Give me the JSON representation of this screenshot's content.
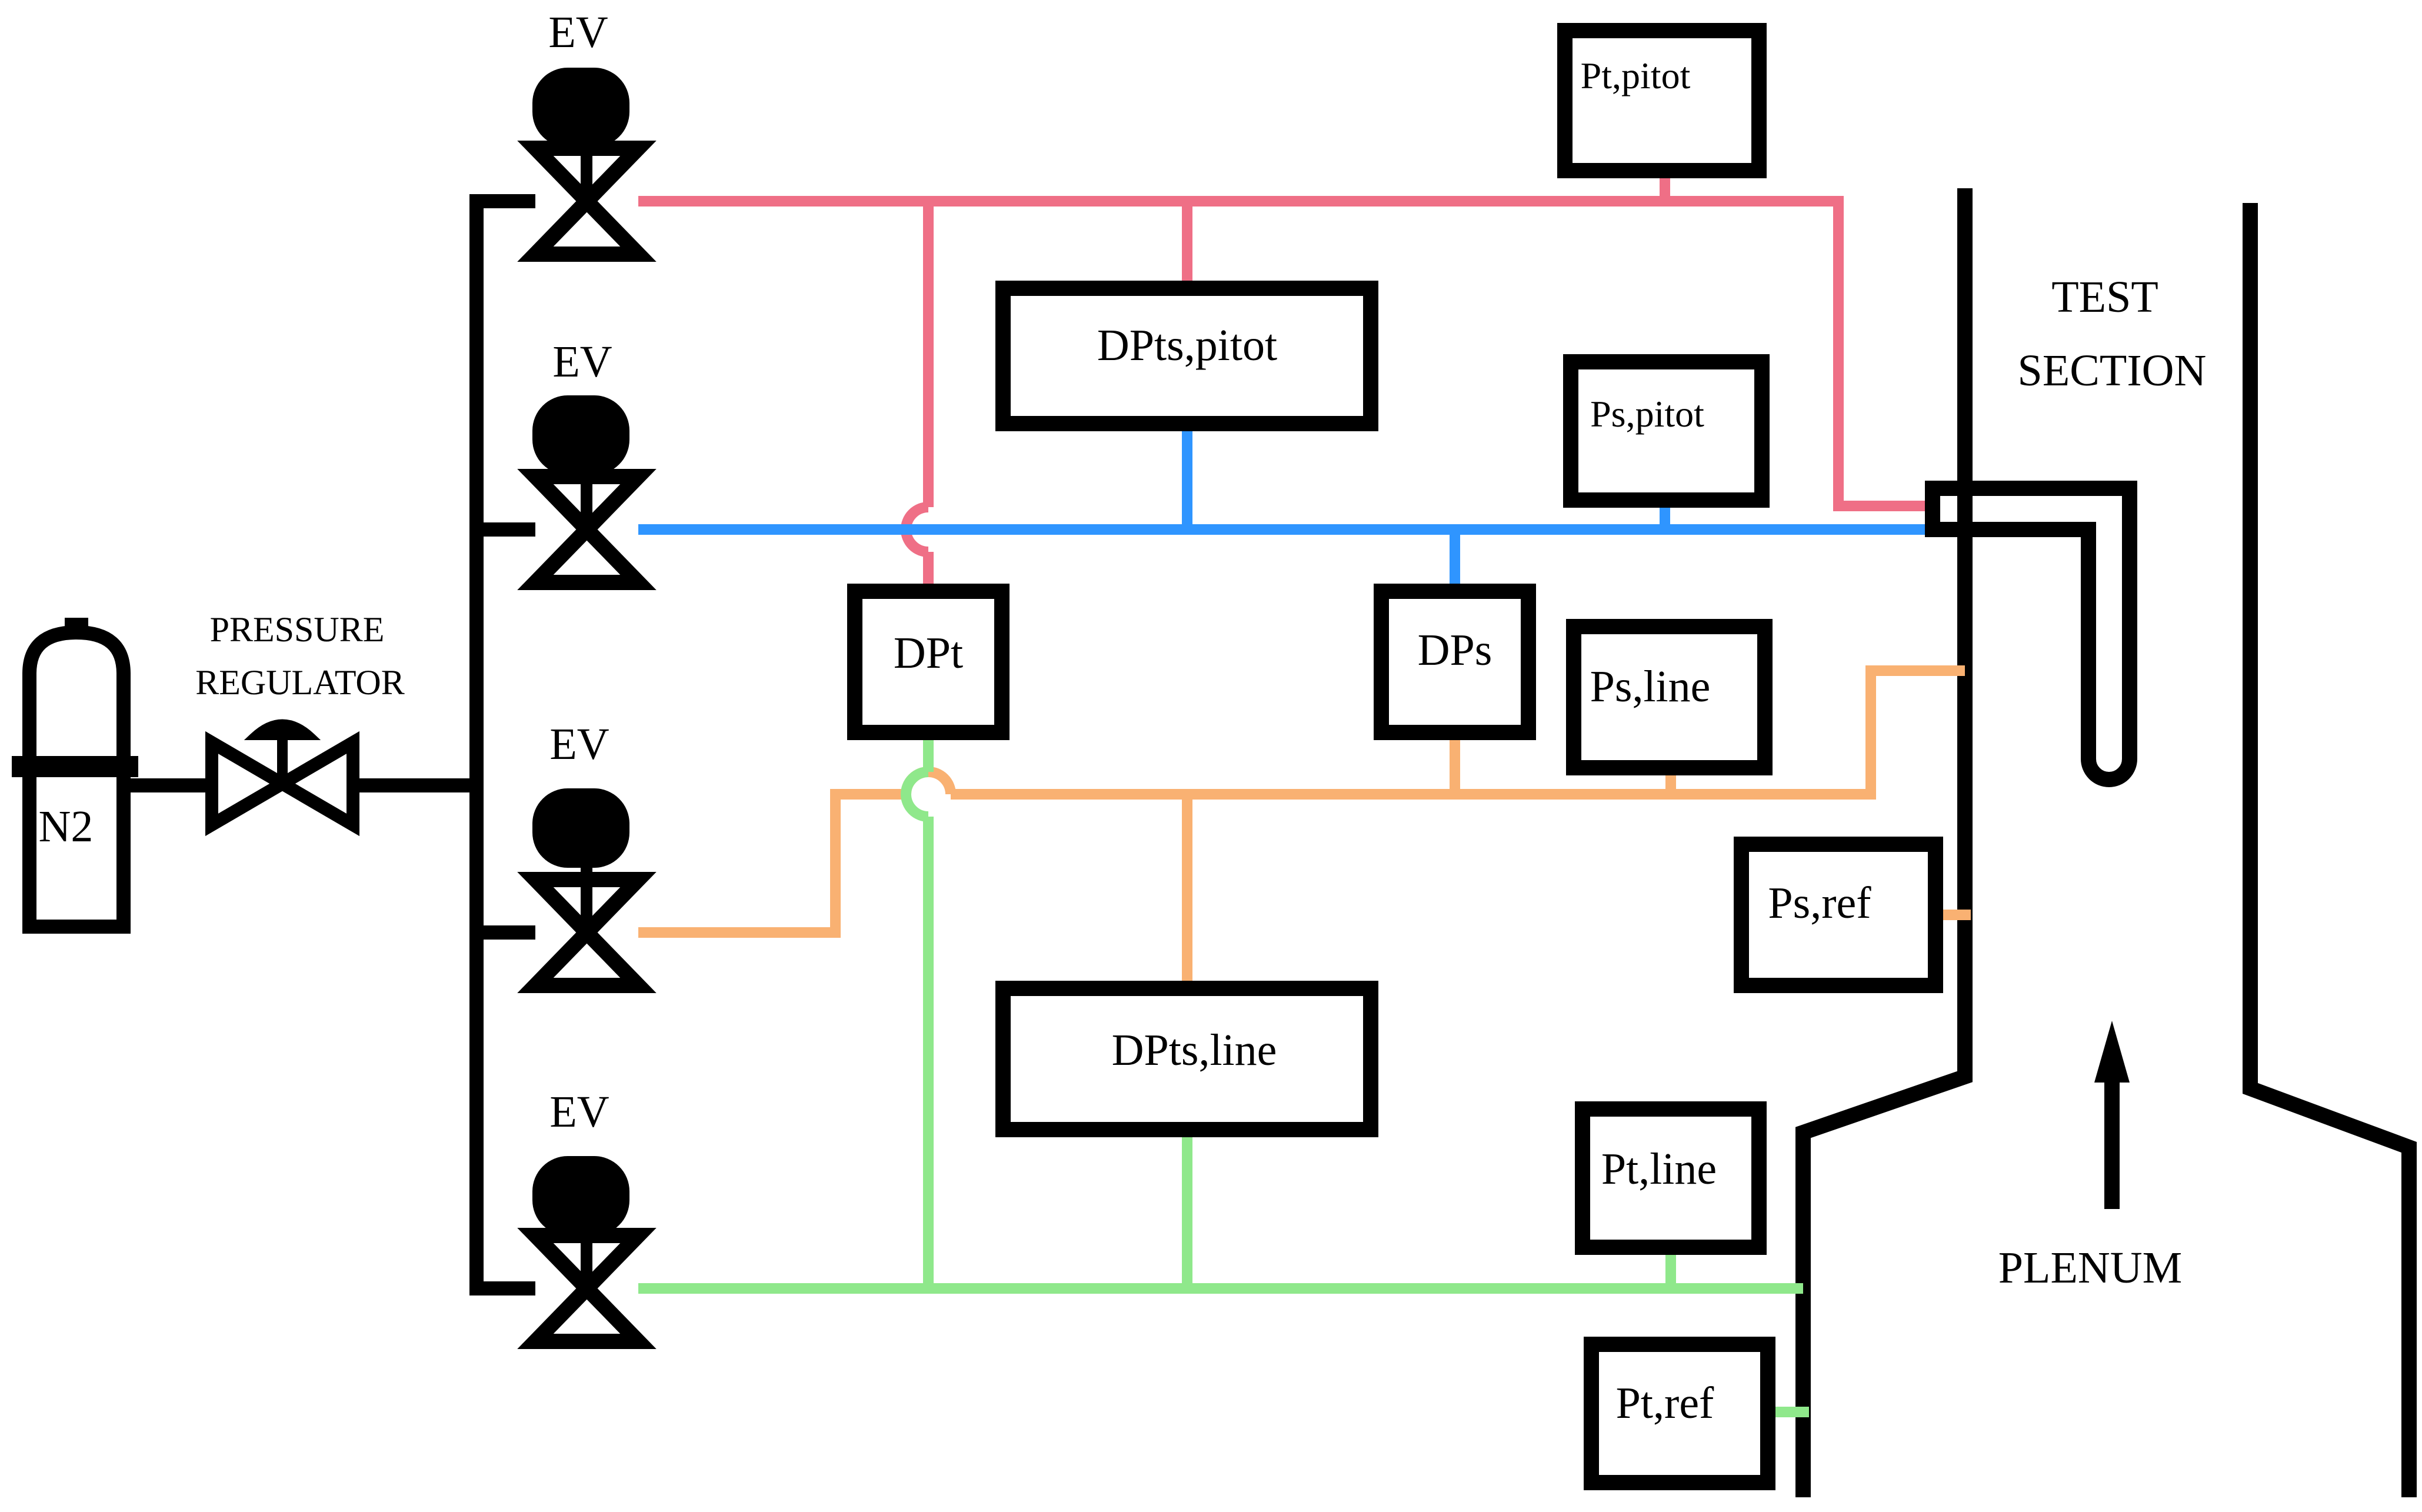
{
  "colors": {
    "pink": "#ef6f86",
    "blue": "#2f95ff",
    "orange": "#f9b172",
    "green": "#8fe88b",
    "black": "#000000"
  },
  "labels": {
    "ev1": "EV",
    "ev2": "EV",
    "ev3": "EV",
    "ev4": "EV",
    "n2": "N2",
    "regulator_line1": "PRESSURE",
    "regulator_line2": "REGULATOR",
    "test_section_line1": "TEST",
    "test_section_line2": "SECTION",
    "plenum": "PLENUM"
  },
  "sensors": {
    "pt_pitot": "Pt,pitot",
    "dpts_pitot": "DPts,pitot",
    "ps_pitot": "Ps,pitot",
    "dpt": "DPt",
    "dps": "DPs",
    "ps_line": "Ps,line",
    "ps_ref": "Ps,ref",
    "dpts_line": "DPts,line",
    "pt_line": "Pt,line",
    "pt_ref": "Pt,ref"
  },
  "icons": {
    "valve": "solenoid-valve-icon",
    "cylinder": "gas-cylinder-icon",
    "regulator": "pressure-regulator-icon",
    "flow_arrow": "arrow-up-icon",
    "pitot_probe": "pitot-probe-icon"
  }
}
